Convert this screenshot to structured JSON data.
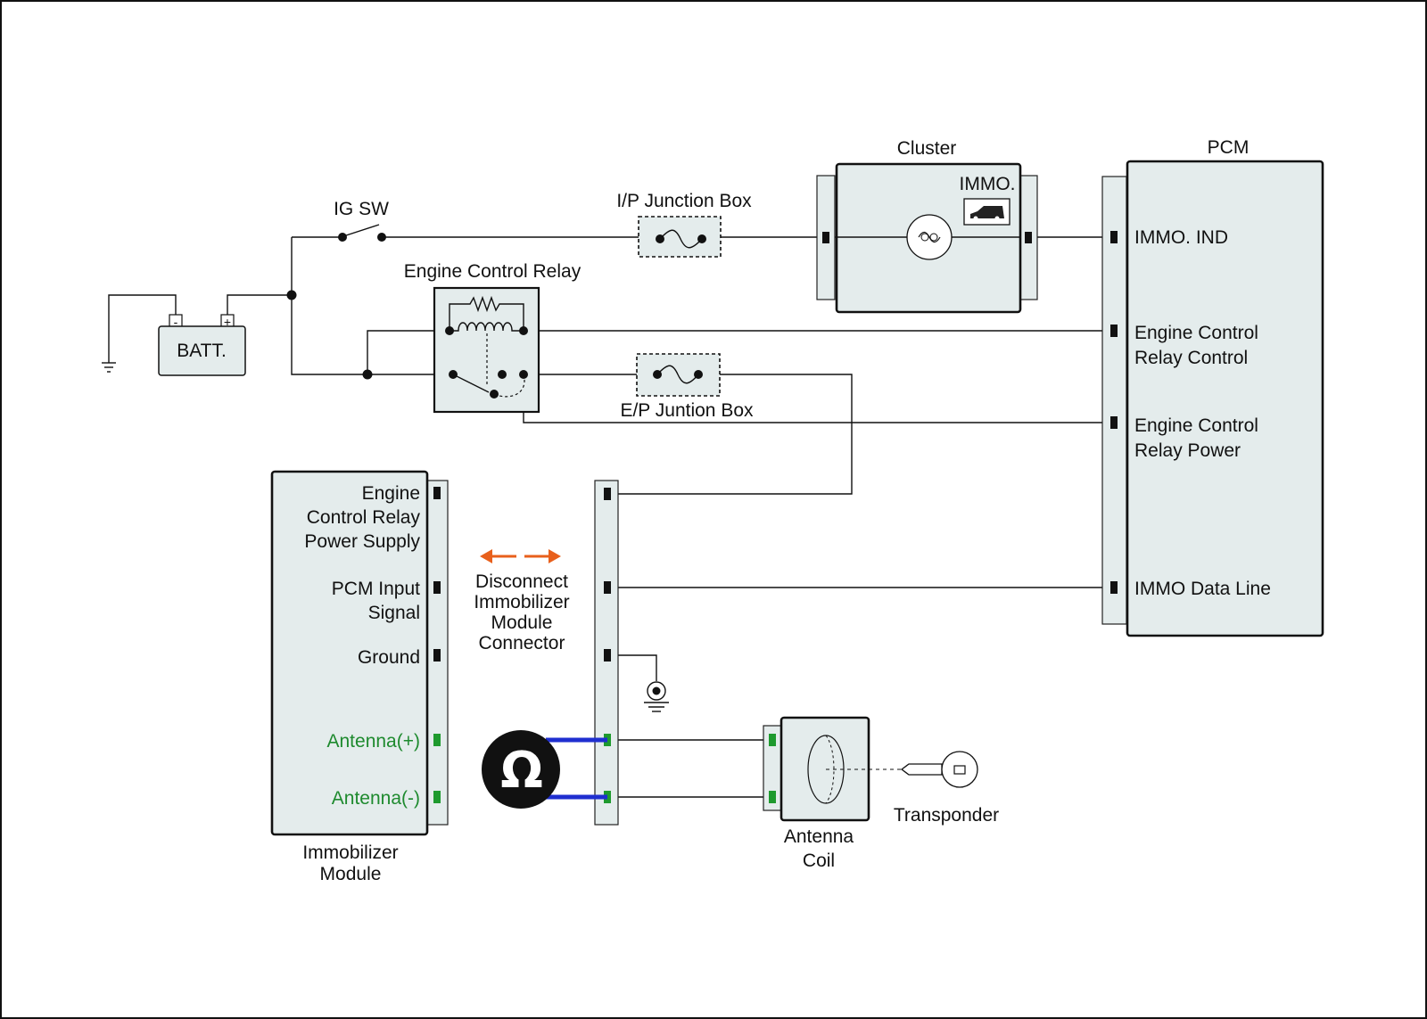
{
  "labels": {
    "ig_sw": "IG SW",
    "batt": "BATT.",
    "batt_neg": "-",
    "batt_pos": "+",
    "ip_junction_box": "I/P Junction Box",
    "ep_junction_box": "E/P Juntion Box",
    "engine_control_relay": "Engine Control Relay",
    "cluster": "Cluster",
    "immo_indicator": "IMMO.",
    "pcm": "PCM",
    "pcm_pins": {
      "immo_ind": "IMMO. IND",
      "relay_control_1": "Engine Control",
      "relay_control_2": "Relay Control",
      "relay_power_1": "Engine Control",
      "relay_power_2": "Relay Power",
      "immo_data": "IMMO Data Line"
    },
    "immobilizer_pins": {
      "ecr_1": "Engine",
      "ecr_2": "Control Relay",
      "ecr_3": "Power Supply",
      "pcm_1": "PCM Input",
      "pcm_2": "Signal",
      "ground": "Ground",
      "antenna_pos": "Antenna(+)",
      "antenna_neg": "Antenna(-)"
    },
    "immobilizer_module_1": "Immobilizer",
    "immobilizer_module_2": "Module",
    "disconnect_1": "Disconnect",
    "disconnect_2": "Immobilizer",
    "disconnect_3": "Module",
    "disconnect_4": "Connector",
    "ohm_symbol": "Ω",
    "antenna_coil_1": "Antenna",
    "antenna_coil_2": "Coil",
    "transponder": "Transponder"
  },
  "colors": {
    "component_fill": "#e4ecec",
    "antenna_text": "#1e8a2e",
    "antenna_pin": "#1e9a2e",
    "probe_lead": "#1f2fd0",
    "disconnect_arrow": "#e8601c",
    "line": "#111111"
  },
  "icons": {
    "ohmmeter": "ohm-icon",
    "ground": "ground-icon",
    "key": "key-icon",
    "car": "car-icon",
    "indicator_lamp": "lamp-icon",
    "fuse": "fuse-icon"
  }
}
